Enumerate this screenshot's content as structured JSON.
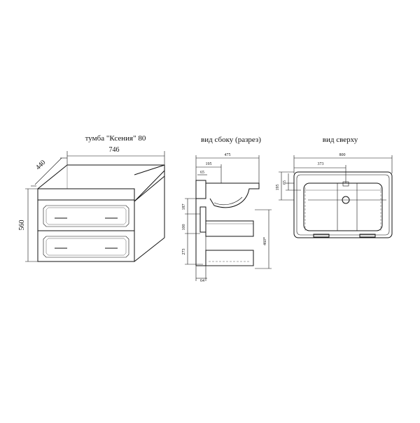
{
  "views": {
    "front": {
      "title": "тумба \"Ксения\" 80",
      "width": "746",
      "depth": "440",
      "height": "560"
    },
    "side": {
      "title": "вид сбоку (разрез)",
      "overall": "475",
      "upper": "195",
      "top_offset": "65",
      "h187": "187",
      "h100": "100",
      "h273": "273",
      "h460": "460*",
      "bottom_offset": "64"
    },
    "top": {
      "title": "вид сверху",
      "overall": "800",
      "offset": "373",
      "depth_a": "195",
      "depth_b": "65"
    }
  }
}
